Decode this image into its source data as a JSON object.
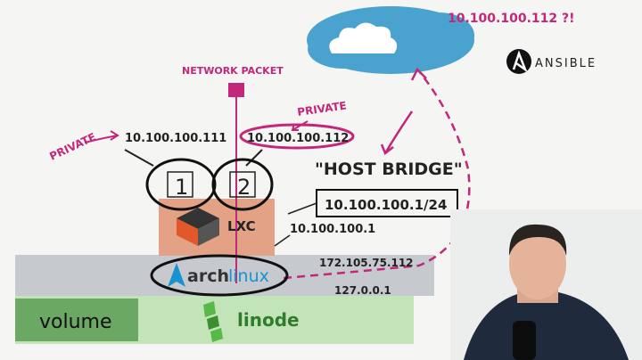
{
  "labels": {
    "cloud_ip": "10.100.100.112 ?!",
    "ansible": "ANSIBLE",
    "network_packet": "NETWORK PACKET",
    "private_left": "PRIVATE",
    "private_right": "PRIVATE",
    "ip_container1": "10.100.100.111",
    "ip_container2": "10.100.100.112",
    "container1": "1",
    "container2": "2",
    "host_bridge": "\"HOST BRIDGE\"",
    "bridge_subnet": "10.100.100.1/24",
    "lxc": "LXC",
    "bridge_ip": "10.100.100.1",
    "archlinux_arch": "arch",
    "archlinux_linux": "linux",
    "public_ip": "172.105.75.112",
    "loopback_ip": "127.0.0.1",
    "volume": "volume",
    "linode": "linode"
  },
  "colors": {
    "accent_pink": "#c2277a",
    "cloud": "#4aa3cf",
    "lxc_box": "#e3a186",
    "host_band": "#c6cacf",
    "volume_band": "#c2e4b8",
    "arch_blue": "#1793d1",
    "linode_green": "#58b947"
  },
  "icons": [
    "cloud-icon",
    "ansible-logo",
    "packet-icon",
    "lxc-logo",
    "archlinux-logo",
    "linode-logo",
    "presenter-webcam"
  ]
}
